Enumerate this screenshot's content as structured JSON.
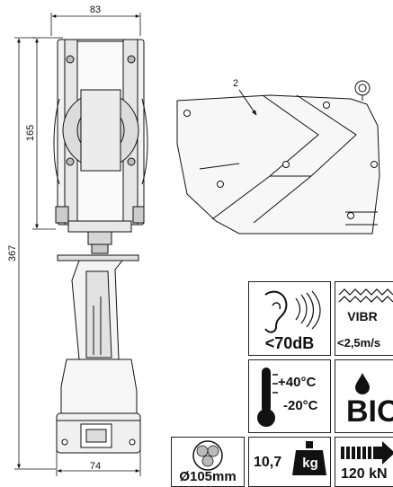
{
  "dimensions": {
    "width_top": "83",
    "height_head": "165",
    "height_total": "367",
    "width_bottom": "74"
  },
  "callout": {
    "number": "2"
  },
  "tiles": {
    "noise": {
      "label": "<70dB",
      "icon": "ear-sound-icon"
    },
    "vibration": {
      "title": "VIBR",
      "label": "<2,5m/s",
      "icon": "vibration-icon"
    },
    "temperature": {
      "high": "+40°C",
      "low": "-20°C",
      "icon": "thermometer-icon"
    },
    "bio": {
      "label": "BIO",
      "icon": "oil-drop-icon"
    },
    "diameter": {
      "label": "Ø105mm",
      "icon": "cable-cross-section-icon"
    },
    "weight": {
      "value": "10,7",
      "unit": "kg",
      "icon": "weight-icon"
    },
    "force": {
      "label": "120 kN",
      "icon": "force-arrow-icon"
    }
  }
}
